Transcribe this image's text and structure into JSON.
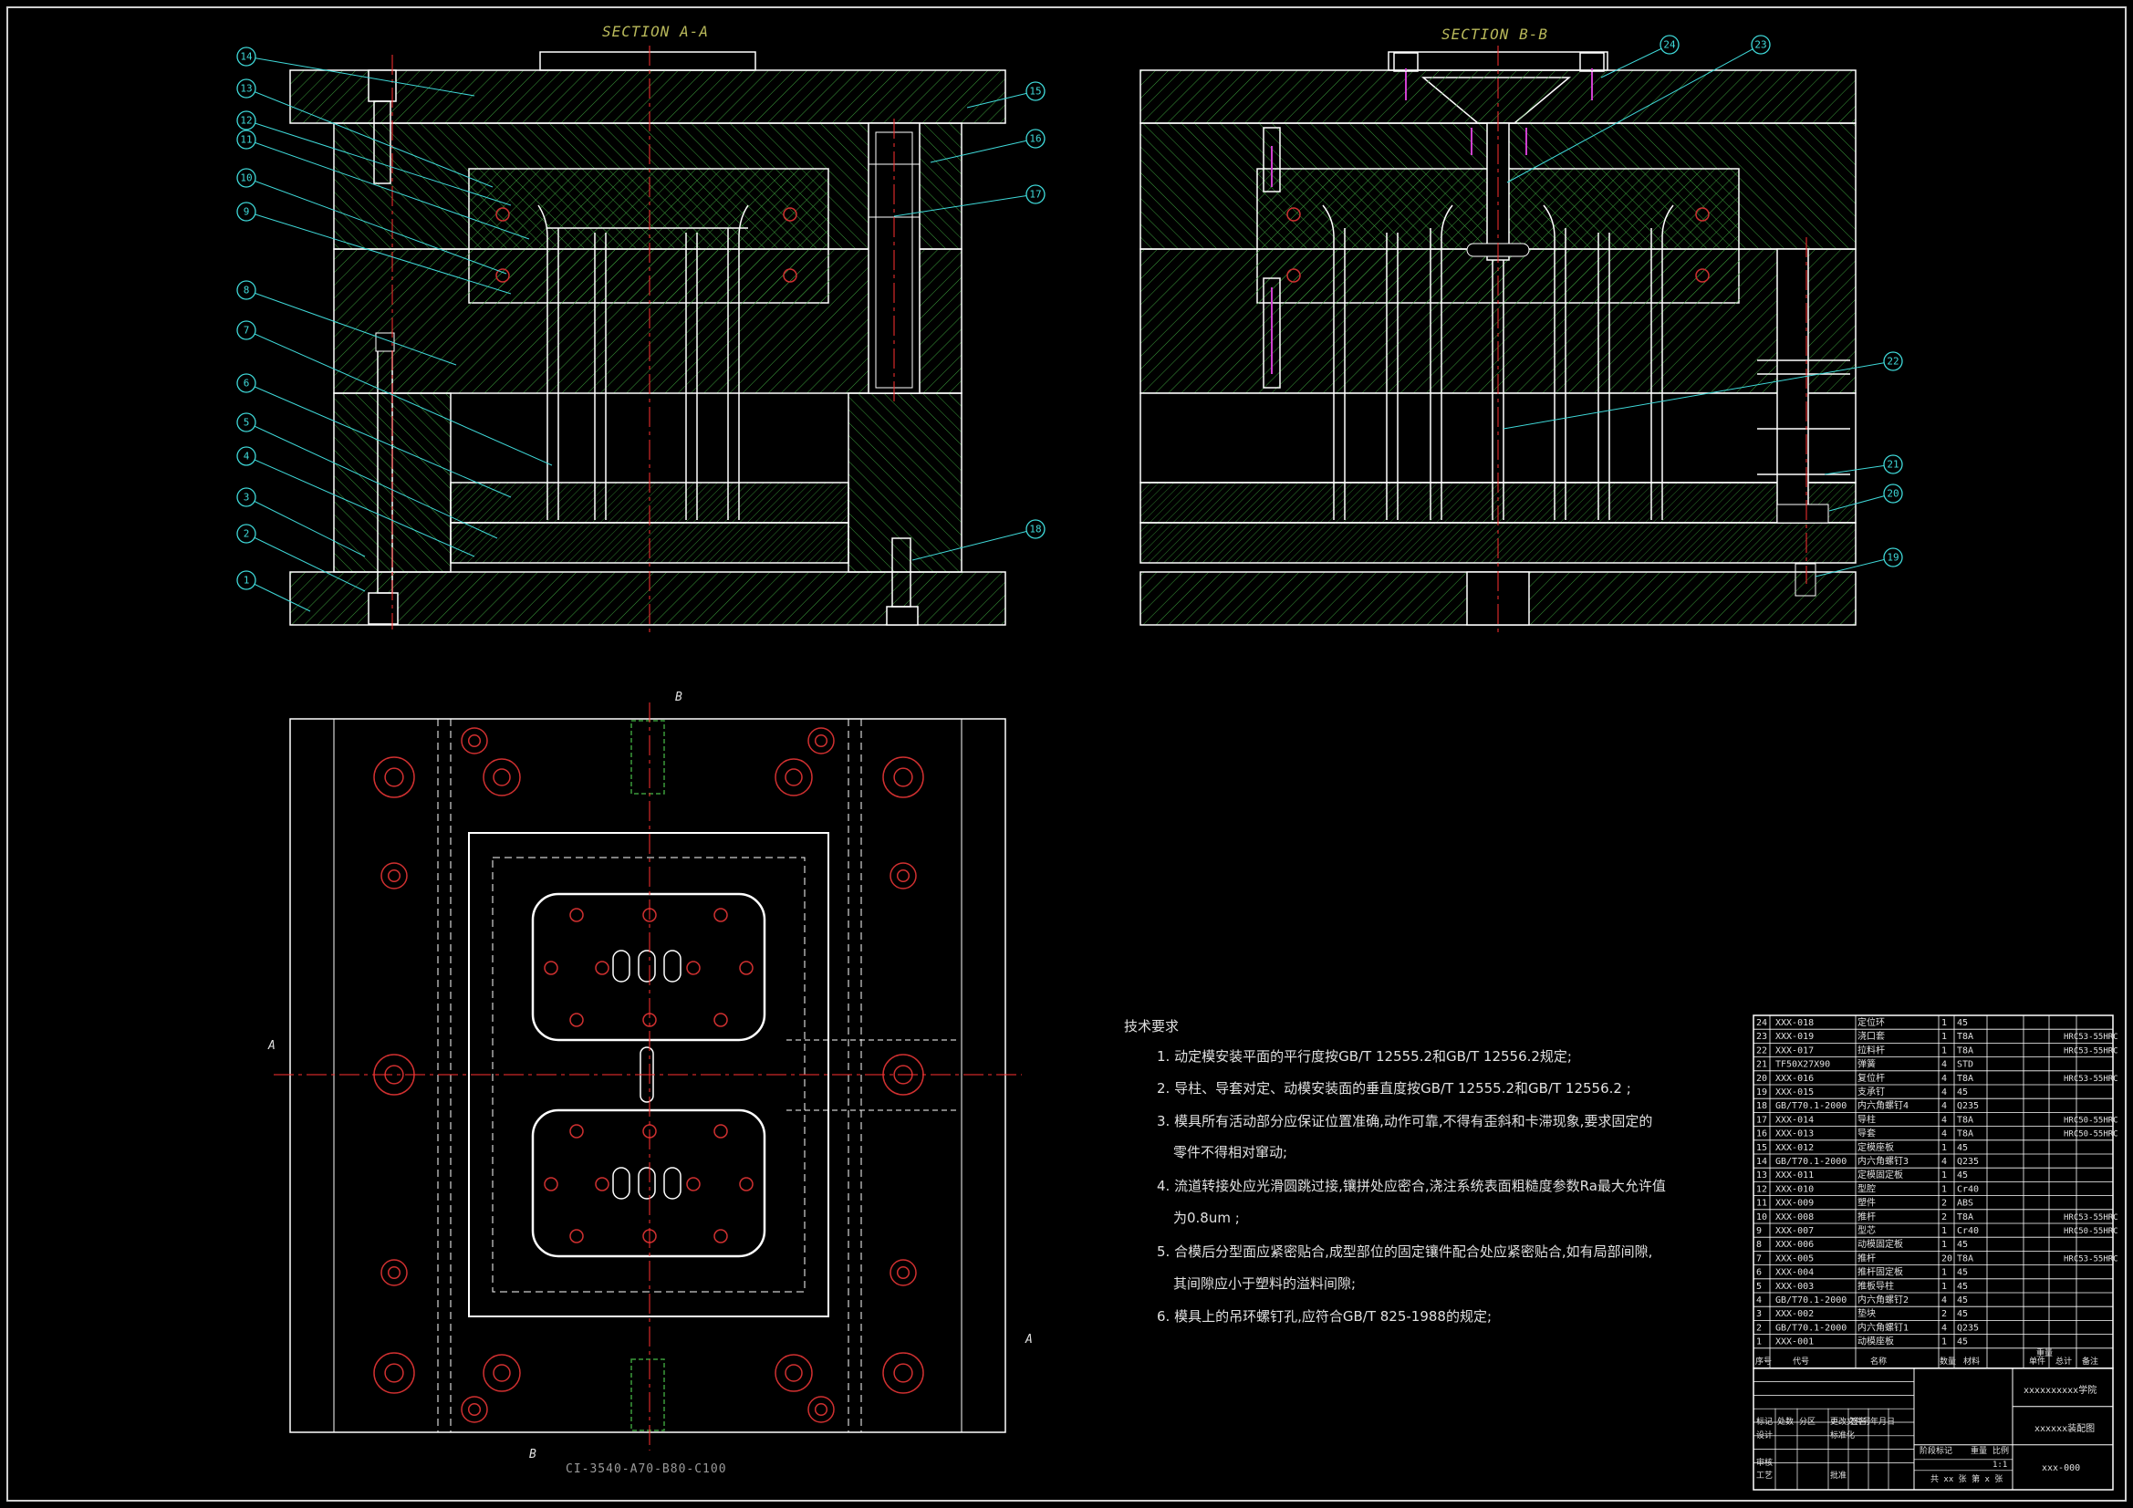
{
  "drawing": {
    "section_a_title": "SECTION A-A",
    "section_b_title": "SECTION B-B",
    "mold_code": "CI-3540-A70-B80-C100",
    "section_marks": {
      "b": "B",
      "a": "A"
    }
  },
  "balloons_a": [
    "14",
    "13",
    "12",
    "11",
    "10",
    "9",
    "8",
    "7",
    "6",
    "5",
    "4",
    "3",
    "2",
    "1",
    "15",
    "16",
    "17",
    "18"
  ],
  "balloons_b": [
    "24",
    "23",
    "22",
    "21",
    "20",
    "19"
  ],
  "requirements": {
    "title": "技术要求",
    "items": [
      "1. 动定模安装平面的平行度按GB/T 12555.2和GB/T 12556.2规定;",
      "2. 导柱、导套对定、动模安装面的垂直度按GB/T 12555.2和GB/T 12556.2 ;",
      "3. 模具所有活动部分应保证位置准确,动作可靠,不得有歪斜和卡滞现象,要求固定的",
      "零件不得相对窜动;",
      "4. 流道转接处应光滑圆跳过接,镶拼处应密合,浇注系统表面粗糙度参数Ra最大允许值",
      "为0.8um ;",
      "5. 合模后分型面应紧密贴合,成型部位的固定镶件配合处应紧密贴合,如有局部间隙,",
      "其间隙应小于塑料的溢料间隙;",
      "6. 模具上的吊环螺钉孔,应符合GB/T 825-1988的规定;"
    ]
  },
  "bom": {
    "rows": [
      [
        "24",
        "XXX-018",
        "定位环",
        "1",
        "45",
        ""
      ],
      [
        "23",
        "XXX-019",
        "浇口套",
        "1",
        "T8A",
        "HRC53-55HRC"
      ],
      [
        "22",
        "XXX-017",
        "拉料杆",
        "1",
        "T8A",
        "HRC53-55HRC"
      ],
      [
        "21",
        "TF50X27X90",
        "弹簧",
        "4",
        "STD",
        ""
      ],
      [
        "20",
        "XXX-016",
        "复位杆",
        "4",
        "T8A",
        "HRC53-55HRC"
      ],
      [
        "19",
        "XXX-015",
        "支承钉",
        "4",
        "45",
        ""
      ],
      [
        "18",
        "GB/T70.1-2000",
        "内六角螺钉4",
        "4",
        "Q235",
        ""
      ],
      [
        "17",
        "XXX-014",
        "导柱",
        "4",
        "T8A",
        "HRC50-55HRC"
      ],
      [
        "16",
        "XXX-013",
        "导套",
        "4",
        "T8A",
        "HRC50-55HRC"
      ],
      [
        "15",
        "XXX-012",
        "定模座板",
        "1",
        "45",
        ""
      ],
      [
        "14",
        "GB/T70.1-2000",
        "内六角螺钉3",
        "4",
        "Q235",
        ""
      ],
      [
        "13",
        "XXX-011",
        "定模固定板",
        "1",
        "45",
        ""
      ],
      [
        "12",
        "XXX-010",
        "型腔",
        "1",
        "Cr40",
        ""
      ],
      [
        "11",
        "XXX-009",
        "塑件",
        "2",
        "ABS",
        ""
      ],
      [
        "10",
        "XXX-008",
        "推杆",
        "2",
        "T8A",
        "HRC53-55HRC"
      ],
      [
        "9",
        "XXX-007",
        "型芯",
        "1",
        "Cr40",
        "HRC50-55HRC"
      ],
      [
        "8",
        "XXX-006",
        "动模固定板",
        "1",
        "45",
        ""
      ],
      [
        "7",
        "XXX-005",
        "推杆",
        "20",
        "T8A",
        "HRC53-55HRC"
      ],
      [
        "6",
        "XXX-004",
        "推杆固定板",
        "1",
        "45",
        ""
      ],
      [
        "5",
        "XXX-003",
        "推板导柱",
        "1",
        "45",
        ""
      ],
      [
        "4",
        "GB/T70.1-2000",
        "内六角螺钉2",
        "4",
        "45",
        ""
      ],
      [
        "3",
        "XXX-002",
        "垫块",
        "2",
        "45",
        ""
      ],
      [
        "2",
        "GB/T70.1-2000",
        "内六角螺钉1",
        "4",
        "Q235",
        ""
      ],
      [
        "1",
        "XXX-001",
        "动模座板",
        "1",
        "45",
        ""
      ]
    ],
    "header": [
      "序号",
      "代号",
      "名称",
      "数量",
      "材料",
      "单件",
      "总计",
      "备注"
    ],
    "header_sub": "重量"
  },
  "title_block": {
    "school": "xxxxxxxxxx学院",
    "drawing_name": "xxxxxx装配图",
    "drawing_no": "xxx-000",
    "scale": "1:1",
    "sheet_info": "共 xx 张  第 x 张",
    "labels": [
      "标记",
      "处数",
      "分区",
      "更改文件号",
      "签名",
      "年月日",
      "设计",
      "标准化",
      "阶段标记",
      "重量",
      "比例",
      "审核",
      "工艺",
      "批准"
    ]
  },
  "colors": {
    "background": "#000000",
    "line": "#ffffff",
    "hatch": "#3a9a3a",
    "center": "#ff3030",
    "balloon": "#3fd9d9",
    "title": "#b8b85a"
  }
}
